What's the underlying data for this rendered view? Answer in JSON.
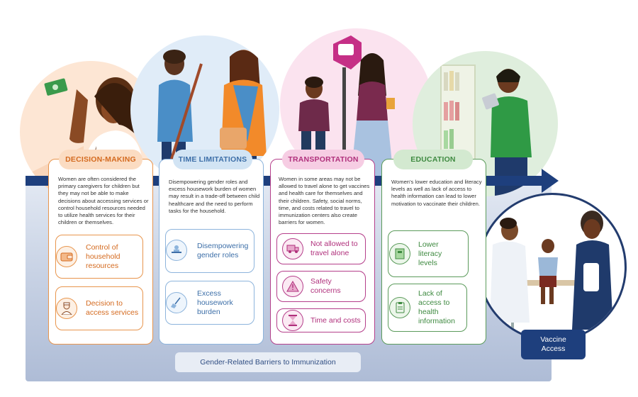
{
  "main_title": "Gender-Related Barriers to Immunization",
  "vaccine_access": {
    "line1": "Vaccine",
    "line2": "Access"
  },
  "colors": {
    "decision": "#e8954d",
    "time": "#8db4dc",
    "transport": "#b53f8b",
    "education": "#5b9b5b",
    "arrow": "#1e3f7d"
  },
  "cards": {
    "decision": {
      "title": "DECISION-MAKING",
      "description": "Women are often considered the primary caregivers for children but they may not be able to make decisions about accessing services or control household resources needed to utilize health services for their children or themselves.",
      "items": [
        {
          "label": "Control of household resources",
          "icon": "wallet-icon"
        },
        {
          "label": "Decision to access services",
          "icon": "health-worker-icon"
        }
      ]
    },
    "time": {
      "title": "TIME LIMITATIONS",
      "description": "Disempowering gender roles and excess housework burden of women may result in a trade-off between child healthcare and the need to perform tasks for the household.",
      "items": [
        {
          "label": "Disempowering gender roles",
          "icon": "person-at-desk-icon"
        },
        {
          "label": "Excess housework burden",
          "icon": "broom-icon"
        }
      ]
    },
    "transport": {
      "title": "TRANSPORTATION",
      "description": "Women in some areas may not be allowed to travel alone to get vaccines and health care for themselves and their children. Safety, social norms, time, and costs related to travel to immunization centers also create barriers for women.",
      "items": [
        {
          "label": "Not allowed to travel alone",
          "icon": "truck-icon"
        },
        {
          "label": "Safety concerns",
          "icon": "warning-icon"
        },
        {
          "label": "Time and costs",
          "icon": "hourglass-icon"
        }
      ]
    },
    "education": {
      "title": "EDUCATION",
      "description": "Women's lower education and literacy levels as well as lack of access to health information can lead to lower motivation to vaccinate their children.",
      "items": [
        {
          "label": "Lower literacy levels",
          "icon": "book-icon"
        },
        {
          "label": "Lack of access to health information",
          "icon": "document-icon"
        }
      ]
    }
  }
}
